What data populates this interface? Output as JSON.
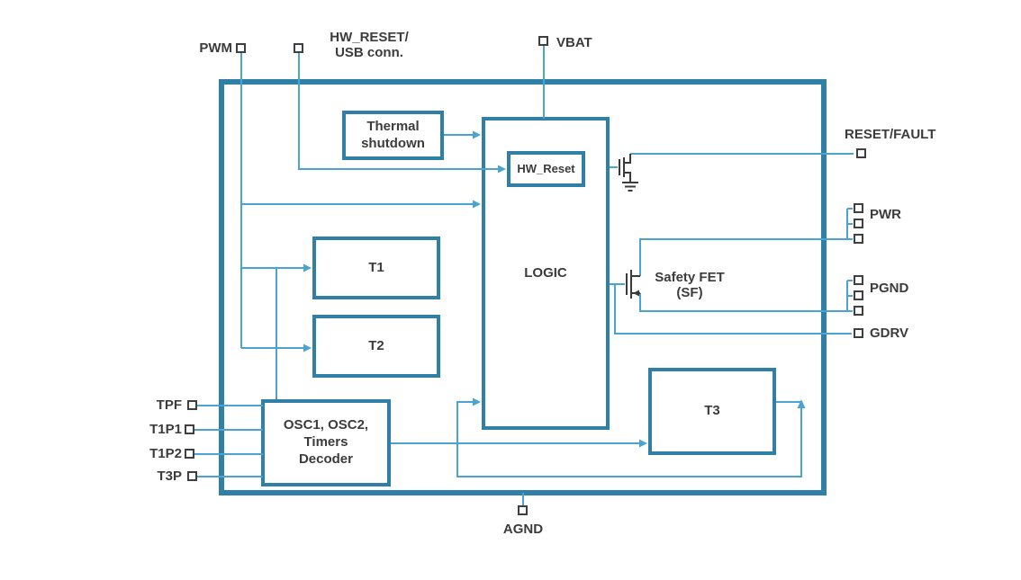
{
  "diagram": {
    "blocks": {
      "thermal_shutdown": {
        "label": "Thermal\nshutdown"
      },
      "hw_reset": {
        "label": "HW_Reset"
      },
      "logic": {
        "label": "LOGIC"
      },
      "t1": {
        "label": "T1"
      },
      "t2": {
        "label": "T2"
      },
      "t3": {
        "label": "T3"
      },
      "osc_timers_decoder": {
        "label": "OSC1, OSC2,\nTimers\nDecoder"
      },
      "safety_fet": {
        "label": "Safety FET\n(SF)"
      }
    },
    "pins": {
      "pwm": {
        "label": "PWM"
      },
      "hw_reset_usb": {
        "label": "HW_RESET/\nUSB conn."
      },
      "vbat": {
        "label": "VBAT"
      },
      "reset_fault": {
        "label": "RESET/FAULT"
      },
      "pwr": {
        "label": "PWR"
      },
      "pgnd": {
        "label": "PGND"
      },
      "gdrv": {
        "label": "GDRV"
      },
      "agnd": {
        "label": "AGND"
      },
      "tpf": {
        "label": "TPF"
      },
      "t1p1": {
        "label": "T1P1"
      },
      "t1p2": {
        "label": "T1P2"
      },
      "t3p": {
        "label": "T3P"
      }
    },
    "colors": {
      "block_border": "#2f7fa6",
      "wire": "#4ba3d3",
      "text": "#3c3c3c"
    }
  }
}
